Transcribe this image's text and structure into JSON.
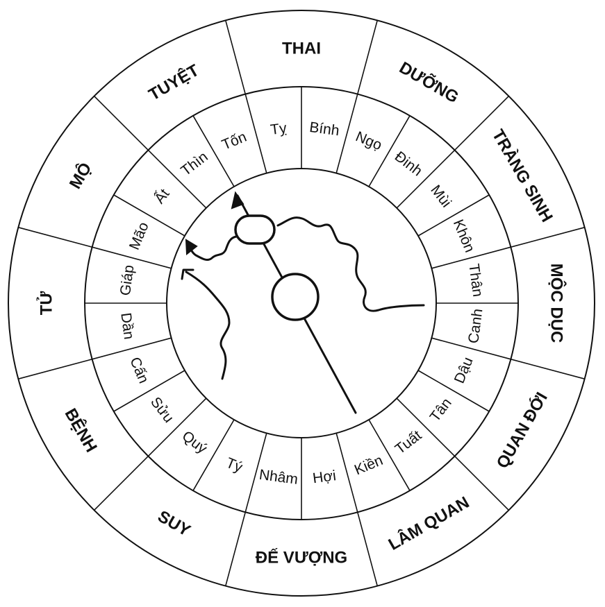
{
  "outer_ring": [
    "THAI",
    "DƯỠNG",
    "TRÀNG SINH",
    "MỘC DỤC",
    "QUAN ĐỚI",
    "LÂM QUAN",
    "ĐẾ VƯỢNG",
    "SUY",
    "BỆNH",
    "TỬ",
    "MỘ",
    "TUYỆT"
  ],
  "inner_ring": [
    "Bính",
    "Ngọ",
    "Đinh",
    "Mùi",
    "Khôn",
    "Thân",
    "Canh",
    "Dậu",
    "Tân",
    "Tuất",
    "Kiền",
    "Hợi",
    "Nhâm",
    "Tý",
    "Quý",
    "Sửu",
    "Cấn",
    "Dần",
    "Giáp",
    "Mão",
    "Ất",
    "Thìn",
    "Tốn",
    "Tỵ"
  ]
}
